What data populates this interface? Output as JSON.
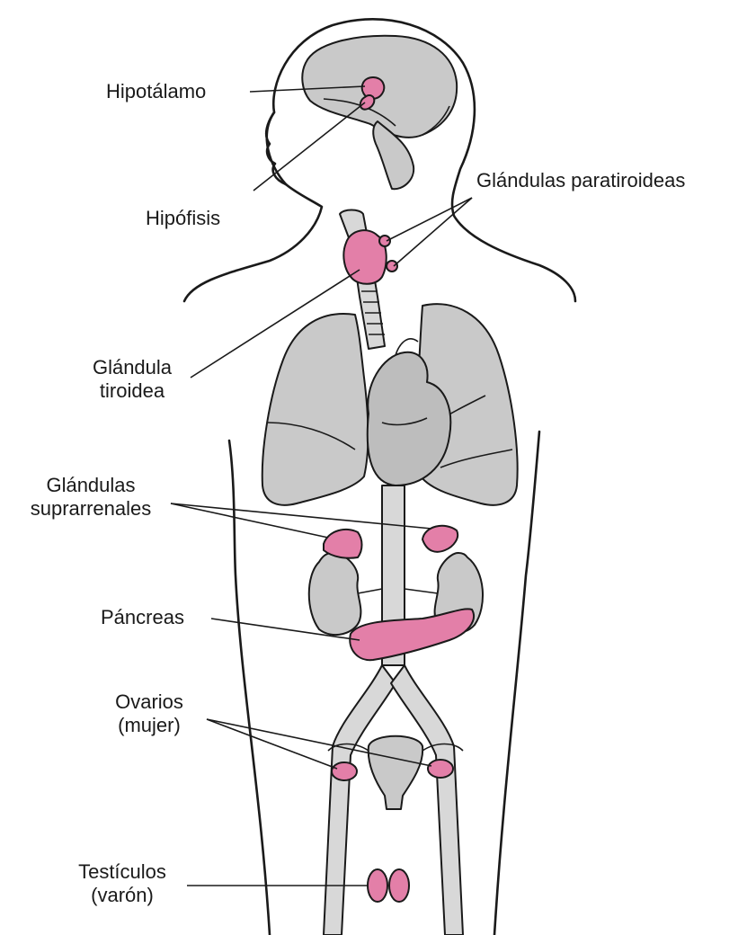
{
  "colors": {
    "background": "#ffffff",
    "organ_gray": "#c9c9c9",
    "gland_pink": "#e37fa8",
    "outline": "#1a1a1a"
  },
  "labels": {
    "hipotalamo": "Hipotálamo",
    "hipofisis": "Hipófisis",
    "paratiroideas": "Glándulas paratiroideas",
    "tiroidea_line1": "Glándula",
    "tiroidea_line2": "tiroidea",
    "suprarrenales_line1": "Glándulas",
    "suprarrenales_line2": "suprarrenales",
    "pancreas": "Páncreas",
    "ovarios_line1": "Ovarios",
    "ovarios_line2": "(mujer)",
    "testiculos_line1": "Testículos",
    "testiculos_line2": "(varón)"
  }
}
